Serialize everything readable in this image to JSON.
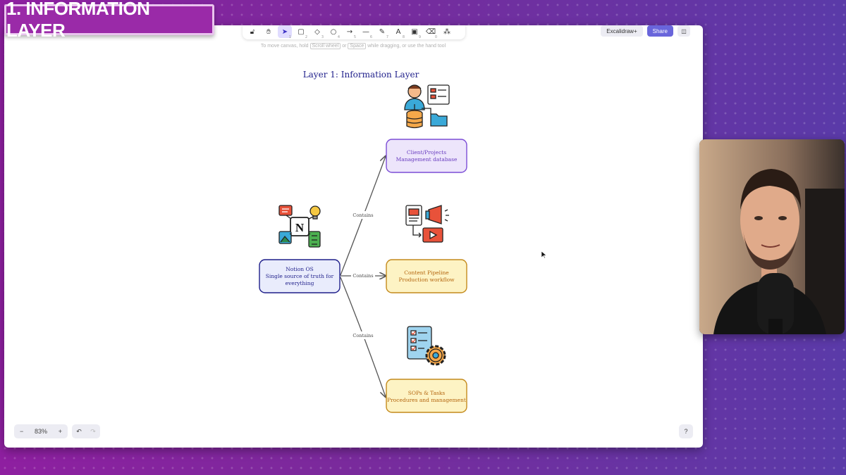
{
  "banner": {
    "title": "1. INFORMATION LAYER"
  },
  "toolbar": {
    "tools": [
      {
        "name": "lock",
        "glyph": "🔓︎",
        "key": ""
      },
      {
        "name": "hand",
        "glyph": "✋︎",
        "key": ""
      },
      {
        "name": "selection",
        "glyph": "➤",
        "key": "1"
      },
      {
        "name": "rectangle",
        "glyph": "▢",
        "key": "2"
      },
      {
        "name": "diamond",
        "glyph": "◇",
        "key": "3"
      },
      {
        "name": "ellipse",
        "glyph": "○",
        "key": "4"
      },
      {
        "name": "arrow",
        "glyph": "→",
        "key": "5"
      },
      {
        "name": "line",
        "glyph": "—",
        "key": "6"
      },
      {
        "name": "draw",
        "glyph": "✎",
        "key": "7"
      },
      {
        "name": "text",
        "glyph": "A",
        "key": "8"
      },
      {
        "name": "image",
        "glyph": "▣",
        "key": "9"
      },
      {
        "name": "eraser",
        "glyph": "⌫",
        "key": "0"
      },
      {
        "name": "more",
        "glyph": "⁂",
        "key": ""
      }
    ],
    "active_tool": "selection"
  },
  "hint": {
    "prefix": "To move canvas, hold",
    "key1": "Scroll wheel",
    "mid": "or",
    "key2": "Space",
    "suffix": "while dragging, or use the hand tool"
  },
  "header_right": {
    "library_label": "Excalidraw+",
    "share_label": "Share",
    "sidebar_icon": "◫"
  },
  "footer": {
    "zoom_out": "−",
    "zoom_level": "83%",
    "zoom_in": "+",
    "undo": "↶",
    "redo": "↷",
    "help": "?"
  },
  "diagram": {
    "title": "Layer 1: Information Layer",
    "root": {
      "line1": "Notion OS",
      "line2": "Single source of truth for",
      "line3": "everything"
    },
    "nodes": [
      {
        "line1": "Client/Projects",
        "line2": "Management database"
      },
      {
        "line1": "Content Pipeline",
        "line2": "Production workflow"
      },
      {
        "line1": "SOPs & Tasks",
        "line2": "Procedures and management"
      }
    ],
    "edge_label": "Contains",
    "notion_logo": "N"
  },
  "colors": {
    "accent": "#6965db",
    "root_fill": "#e9ecfc",
    "root_stroke": "#1e1e8a",
    "node1_fill": "#ede5fb",
    "node1_stroke": "#7c4dd6",
    "node_fill": "#fdf3c4",
    "node_stroke": "#c48a1c",
    "title_color": "#1e1e8a"
  }
}
